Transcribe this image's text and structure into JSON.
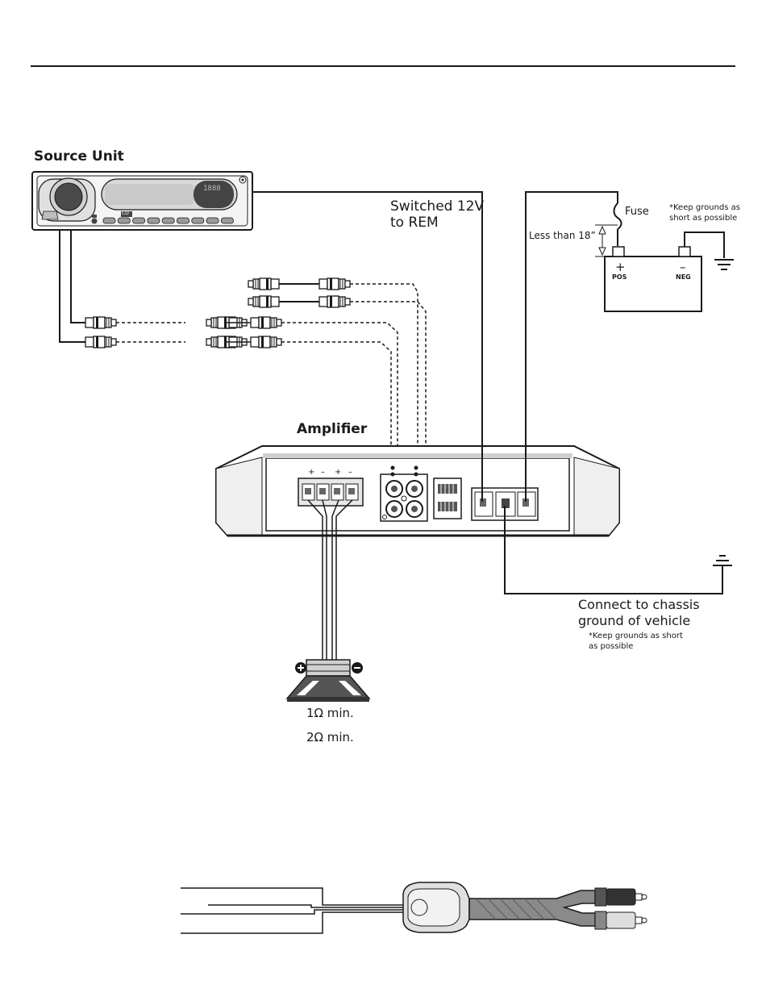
{
  "source_unit": {
    "title": "Source Unit",
    "display_text": "1888",
    "badge_text": "CD"
  },
  "amplifier": {
    "title": "Amplifier",
    "speaker_terminal_signs": [
      "+",
      "–",
      "+",
      "–"
    ]
  },
  "wiring": {
    "remote_label_line1": "Switched 12V",
    "remote_label_line2": "to REM",
    "fuse_label": "Fuse",
    "distance_label": "Less than 18”",
    "battery_pos_sign": "+",
    "battery_pos_label": "POS",
    "battery_neg_sign": "–",
    "battery_neg_label": "NEG",
    "battery_note_line1": "*Keep grounds as",
    "battery_note_line2": "short as possible",
    "chassis_label_line1": "Connect to chassis",
    "chassis_label_line2": "ground of vehicle",
    "chassis_note_line1": "*Keep grounds as short",
    "chassis_note_line2": "as possible"
  },
  "speaker": {
    "impedance_1": "1Ω min.",
    "impedance_2": "2Ω min."
  },
  "colors": {
    "line": "#1a1a1a",
    "panel_gray": "#c8c8c8",
    "dark_gray": "#555555",
    "light_gray": "#e6e6e6"
  }
}
